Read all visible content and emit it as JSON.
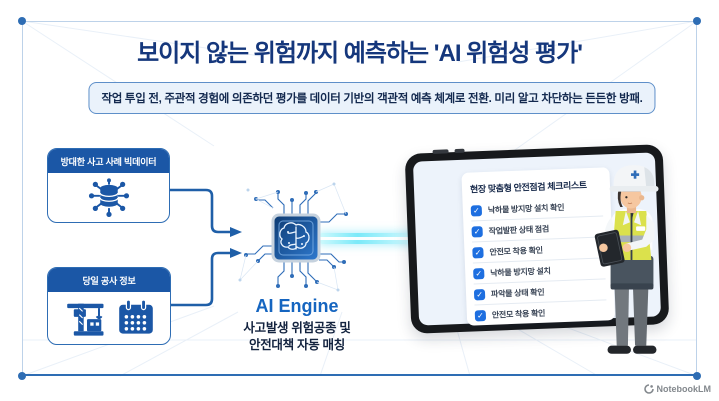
{
  "header": {
    "title": "보이지 않는 위험까지 예측하는 'AI 위험성 평가'",
    "subtitle": "작업 투입 전, 주관적 경험에 의존하던 평가를 데이터 기반의 객관적 예측 체계로 전환. 미리 알고 차단하는 든든한 방패."
  },
  "inputs": [
    {
      "label": "방대한 사고 사례 빅데이터",
      "icon": "big-data-database-icon"
    },
    {
      "label": "당일 공사 정보",
      "icon": "crane-and-calendar-icon"
    }
  ],
  "engine": {
    "label": "AI Engine",
    "desc_line1": "사고발생 위험공종 및",
    "desc_line2": "안전대책 자동 매칭",
    "icon": "ai-chip-brain-icon"
  },
  "tablet": {
    "checklist_title": "현장 맞춤형 안전점검 체크리스트",
    "items": [
      {
        "label": "낙하물 방지망 설치 확인",
        "checked": true
      },
      {
        "label": "작업발판 상태 점검",
        "checked": true
      },
      {
        "label": "안전모 착용 확인",
        "checked": true
      },
      {
        "label": "낙하물 방지망 설치",
        "checked": true
      },
      {
        "label": "파악물 상태 확인",
        "checked": true
      },
      {
        "label": "안전모 착용 확인",
        "checked": true
      }
    ]
  },
  "footer": {
    "brand": "NotebookLM"
  },
  "colors": {
    "title_navy": "#15377c",
    "accent_blue": "#1b57a6",
    "frame_blue": "#2e6db4",
    "checkbox_blue": "#1e6fe0",
    "beam_cyan": "#6fe3f2",
    "vest_yellow": "#dbe14c"
  }
}
